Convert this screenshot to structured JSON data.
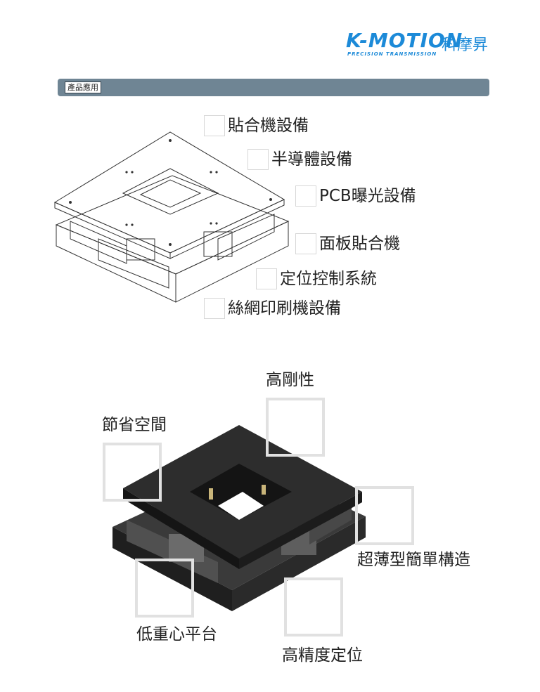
{
  "header": {
    "brand": "K-MOTION",
    "tagline": "PRECISION TRANSMISSION",
    "brand_cn": "科摩昇"
  },
  "section": {
    "title": "產品應用"
  },
  "applications": [
    "貼合機設備",
    "半導體設備",
    "PCB曝光設備",
    "面板貼合機",
    "定位控制系統",
    "絲網印刷機設備"
  ],
  "features": {
    "rigidity": "高剛性",
    "space_saving": "節省空間",
    "thin_structure": "超薄型簡單構造",
    "low_center": "低重心平台",
    "precision": "高精度定位"
  },
  "colors": {
    "brand_blue": "#1c8ad8",
    "bar_gray": "#6f8594"
  }
}
